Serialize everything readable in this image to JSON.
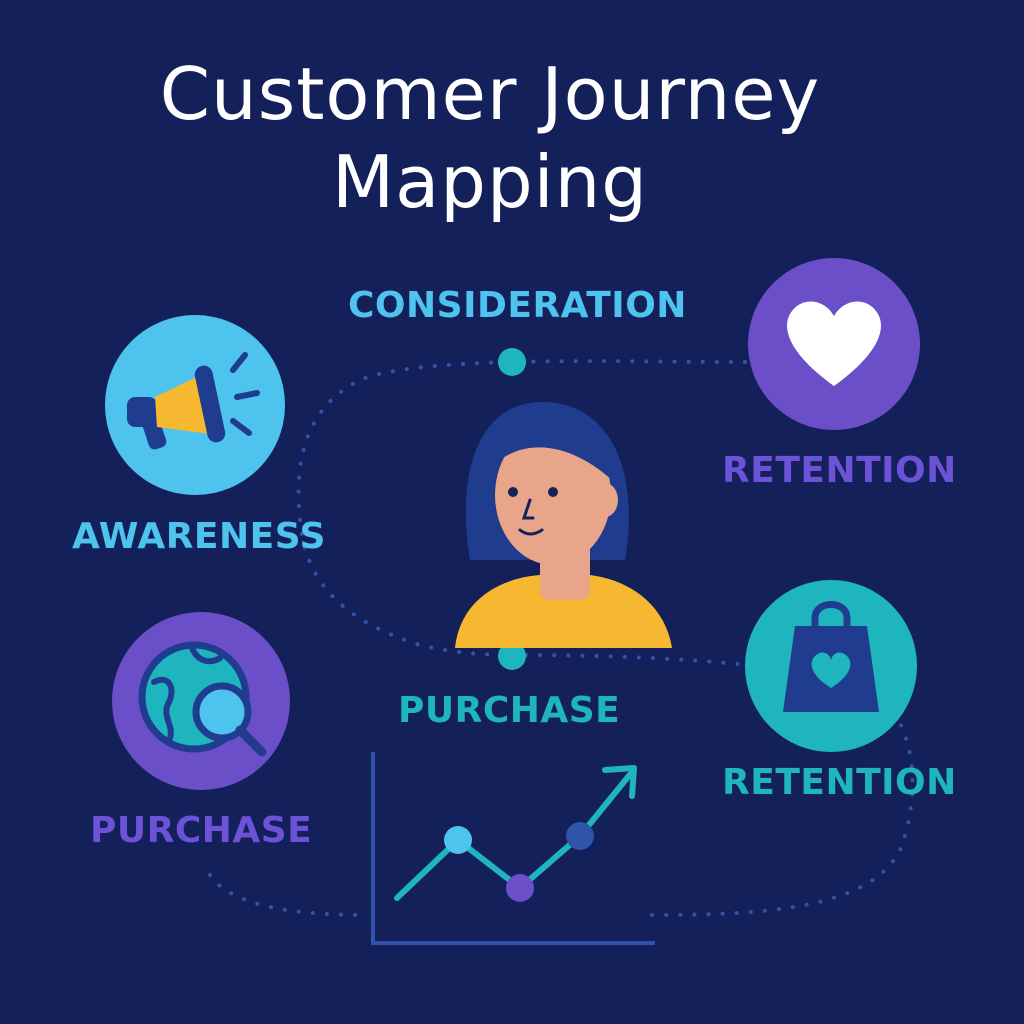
{
  "title": {
    "line1": "Customer Journey",
    "line2": "Mapping"
  },
  "stages": {
    "consideration": {
      "label": "CONSIDERATION"
    },
    "awareness": {
      "label": "AWARENESS",
      "icon": "megaphone-icon"
    },
    "retention_top": {
      "label": "RETENTION",
      "icon": "heart-icon"
    },
    "purchase_left": {
      "label": "PURCHASE",
      "icon": "globe-search-icon"
    },
    "purchase_center": {
      "label": "PURCHASE"
    },
    "retention_bottom": {
      "label": "RETENTION",
      "icon": "shopping-bag-icon"
    }
  },
  "center": {
    "icon": "customer-avatar-icon"
  },
  "trend": {
    "icon": "growth-chart-icon"
  },
  "colors": {
    "background": "#14205a",
    "title": "#ffffff",
    "teal": "#1fb5bf",
    "sky": "#4dc3ee",
    "violet": "#6a4fc9",
    "purple_label": "#6b52d6",
    "navy": "#1f3c8f",
    "yellow": "#f6b731",
    "skin": "#e8a58a"
  }
}
